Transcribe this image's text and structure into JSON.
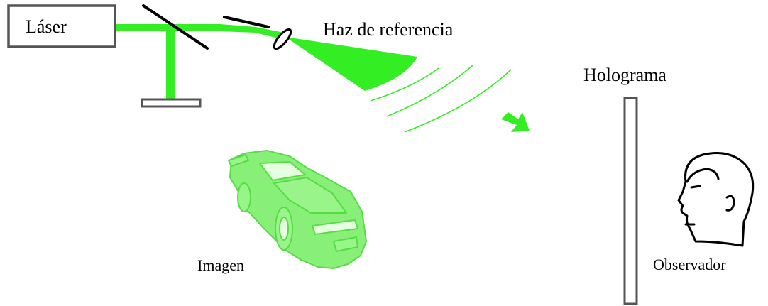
{
  "labels": {
    "laser": "Láser",
    "reference_beam": "Haz de referencia",
    "hologram": "Holograma",
    "image": "Imagen",
    "observer": "Observador"
  },
  "colors": {
    "beam": "#33ee22",
    "beam_light": "#99f58a",
    "car_body": "#88f078",
    "car_outline": "#55dd44",
    "car_highlight": "#e6ffe0",
    "outline": "#555555",
    "text": "#000000"
  },
  "icons": {
    "observer": "human-head-profile-icon",
    "object": "sports-car-icon"
  }
}
